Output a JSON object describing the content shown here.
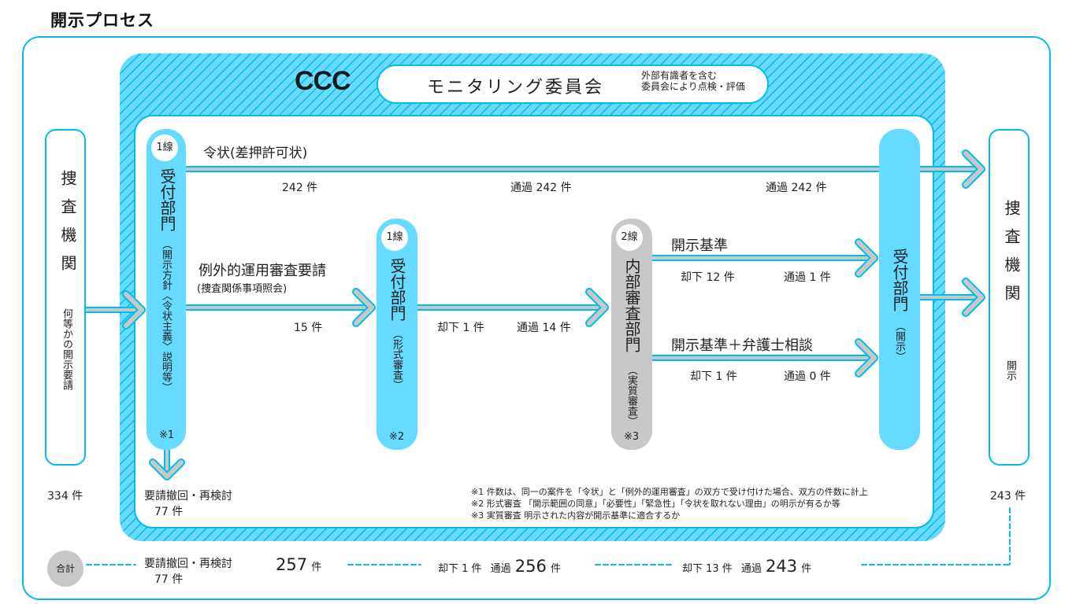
{
  "title": "開示プロセス",
  "colors": {
    "accent": "#00bdea",
    "light_blue": "#66daff",
    "gray": "#c8c8c8",
    "arrow_gray": "#c8c8c8"
  },
  "committee": {
    "logo": "CCC",
    "name": "モニタリング委員会",
    "note_line1": "外部有識者を含む",
    "note_line2": "委員会により点検・評価"
  },
  "left_agency": {
    "name": "捜査機関",
    "sub": "何等かの開示要請",
    "count": "334 件"
  },
  "right_agency": {
    "name": "捜査機関",
    "sub": "開示",
    "count": "243 件"
  },
  "reception1": {
    "badge": "1線",
    "name": "受付部門",
    "sub": "（開示方針〈令状主義〉説明等）",
    "mark": "※1"
  },
  "reception2": {
    "badge": "1線",
    "name": "受付部門",
    "sub": "（形式審査）",
    "mark": "※2"
  },
  "internal": {
    "badge": "2線",
    "name": "内部審査部門",
    "sub": "（実質審査）",
    "mark": "※3"
  },
  "disclosure": {
    "name": "受付部門",
    "sub": "（開示）"
  },
  "flows": {
    "warrant": {
      "label": "令状(差押許可状)",
      "count": "242 件",
      "pass1": "通過 242 件",
      "pass2": "通過 242 件"
    },
    "exception": {
      "label": "例外的運用審査要請",
      "sub": "(捜査関係事項照会)",
      "count": "15 件"
    },
    "formal": {
      "reject": "却下 1 件",
      "pass": "通過 14 件"
    },
    "standard": {
      "label": "開示基準",
      "reject": "却下 12 件",
      "pass": "通過 1 件"
    },
    "standard_lawyer": {
      "label": "開示基準＋弁護士相談",
      "reject": "却下 1 件",
      "pass": "通過 0 件"
    },
    "withdraw": {
      "label": "要請撤回・再検討",
      "count": "77 件"
    }
  },
  "notes": [
    "※1 件数は、同一の案件を「令状」と「例外的運用審査」の双方で受け付けた場合、双方の件数に計上",
    "※2 形式審査 「開示範囲の同意」「必要性」「緊急性」「令状を取れない理由」の明示が有るか等",
    "※3 実質審査 明示された内容が開示基準に適合するか"
  ],
  "totals": {
    "label": "合計",
    "withdraw_label": "要請撤回・再検討",
    "withdraw_count": "77 件",
    "total_num": "257",
    "unit": "件",
    "stage1_reject": "却下 1 件",
    "stage1_pass_prefix": "通過",
    "stage1_pass_num": "256",
    "stage2_reject": "却下 13 件",
    "stage2_pass_prefix": "通過",
    "stage2_pass_num": "243"
  }
}
